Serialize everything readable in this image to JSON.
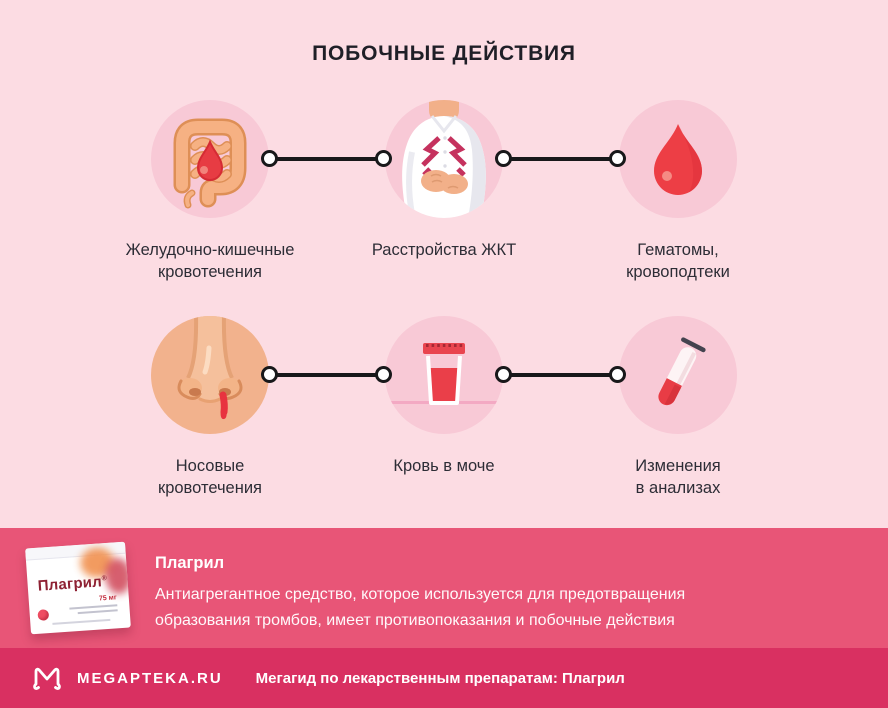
{
  "title": "ПОБОЧНЫЕ ДЕЙСТВИЯ",
  "effects": [
    {
      "icon": "intestines-icon",
      "label": "Желудочно-кишечные\nкровотечения"
    },
    {
      "icon": "stomach-pain-icon",
      "label": "Расстройства ЖКТ"
    },
    {
      "icon": "blood-drop-icon",
      "label": "Гематомы,\nкровоподтеки"
    },
    {
      "icon": "nosebleed-icon",
      "label": "Носовые\nкровотечения"
    },
    {
      "icon": "urine-sample-icon",
      "label": "Кровь в моче"
    },
    {
      "icon": "test-tube-icon",
      "label": "Изменения\nв анализах"
    }
  ],
  "banner": {
    "drug_name": "Плагрил",
    "description": "Антиагрегантное средство, которое используется для предотвращения\nобразования тромбов, имеет противопоказания и побочные действия",
    "box_label": "Плагрил",
    "box_reg_mark": "®",
    "box_dose": "75 мг"
  },
  "footer": {
    "brand": "MEGAPTEKA.RU",
    "tagline": "Мегагид по лекарственным препаратам: Плагрил"
  },
  "colors": {
    "background": "#fcdce3",
    "circle_pink": "#f8c9d6",
    "circle_peach": "#f2b28d",
    "accent_red": "#ed3e45",
    "banner_pink": "#e85577",
    "footer_red": "#d93061",
    "text_dark": "#2d2d36"
  }
}
